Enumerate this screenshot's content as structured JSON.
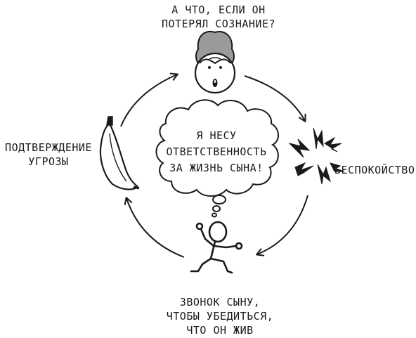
{
  "top_label": "А что, если он\nпотерял сознание?",
  "right_label": "Беспокойство",
  "bottom_label": "Звонок сыну,\nчтобы убедиться,\nчто он жив",
  "left_label": "Подтверждение\nугрозы",
  "cloud_text": "Я несу\nответственность\nза жизнь сына!"
}
